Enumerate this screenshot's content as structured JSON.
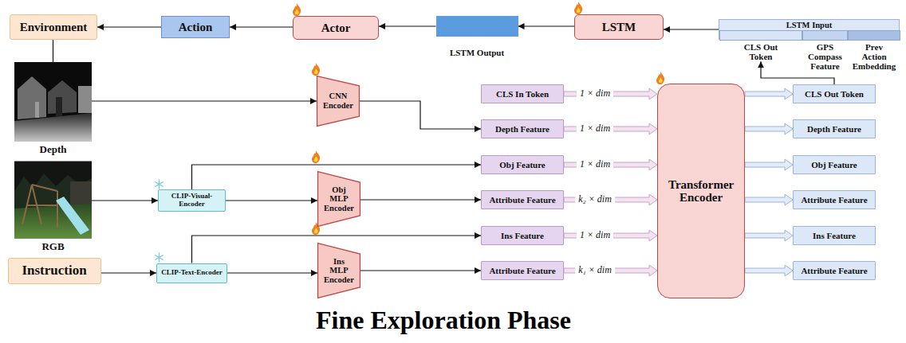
{
  "diagram": {
    "title": "Fine Exploration Phase",
    "nodes": [
      {
        "text": [
          "Environment"
        ]
      },
      {
        "text": [
          "Action"
        ]
      },
      {
        "text": [
          "Actor"
        ]
      },
      {
        "text": [
          "LSTM Output"
        ]
      },
      {
        "text": [
          "LSTM"
        ]
      },
      {
        "text": [
          "LSTM Input"
        ]
      },
      {
        "text": [
          "CLS Out Token"
        ],
        "in": 5
      },
      {
        "text": [
          "GPS Compass Feature"
        ],
        "in": 5
      },
      {
        "text": [
          "Prev Action Embedding"
        ],
        "in": 5
      },
      {
        "text": [
          "Depth"
        ]
      },
      {
        "text": [
          "CNN Encoder"
        ]
      },
      {
        "text": [
          "CLS In Token"
        ]
      },
      {
        "text": [
          "Depth Feature"
        ]
      },
      {
        "text": [
          "RGB"
        ]
      },
      {
        "text": [
          "CLIP-Visual-Encoder"
        ]
      },
      {
        "text": [
          "Obj Feature"
        ]
      },
      {
        "text": [
          "Obj MLP Encoder"
        ]
      },
      {
        "text": [
          "Attribute Feature"
        ]
      },
      {
        "text": [
          "Instruction"
        ]
      },
      {
        "text": [
          "CLIP-Text-Encoder"
        ]
      },
      {
        "text": [
          "Ins Feature"
        ]
      },
      {
        "text": [
          "Ins MLP Encoder"
        ]
      },
      {
        "text": [
          "Attribute Feature"
        ]
      },
      {
        "text": [
          "Transformer Encoder"
        ]
      },
      {
        "text": [
          "CLS Out Token"
        ]
      },
      {
        "text": [
          "Depth Feature"
        ]
      },
      {
        "text": [
          "Obj Feature"
        ]
      },
      {
        "text": [
          "Attribute Feature"
        ]
      },
      {
        "text": [
          "Ins Feature"
        ]
      },
      {
        "text": [
          "Attribute Feature"
        ]
      }
    ],
    "edges": [
      {
        "from": 1,
        "to": 0,
        "arrow": "to"
      },
      {
        "from": 2,
        "to": 1,
        "arrow": "to"
      },
      {
        "from": 3,
        "to": 2,
        "arrow": "to"
      },
      {
        "from": 4,
        "to": 3,
        "arrow": "to"
      },
      {
        "from": 5,
        "to": 4,
        "arrow": "to"
      },
      {
        "from": 0,
        "to": 9,
        "arrow": "none"
      },
      {
        "from": 9,
        "to": 10,
        "arrow": "to"
      },
      {
        "from": 10,
        "to": 12,
        "arrow": "to"
      },
      {
        "from": 13,
        "to": 14,
        "arrow": "to"
      },
      {
        "from": 14,
        "to": 15,
        "arrow": "to"
      },
      {
        "from": 14,
        "to": 16,
        "arrow": "to"
      },
      {
        "from": 16,
        "to": 17,
        "arrow": "to"
      },
      {
        "from": 18,
        "to": 19,
        "arrow": "to"
      },
      {
        "from": 19,
        "to": 20,
        "arrow": "to"
      },
      {
        "from": 19,
        "to": 21,
        "arrow": "to"
      },
      {
        "from": 21,
        "to": 22,
        "arrow": "to"
      },
      {
        "from": 11,
        "to": 23,
        "arrow": "to"
      },
      {
        "from": 12,
        "to": 23,
        "arrow": "to"
      },
      {
        "from": 15,
        "to": 23,
        "arrow": "to"
      },
      {
        "from": 17,
        "to": 23,
        "arrow": "to"
      },
      {
        "from": 20,
        "to": 23,
        "arrow": "to"
      },
      {
        "from": 22,
        "to": 23,
        "arrow": "to"
      },
      {
        "from": 23,
        "to": 24,
        "arrow": "to"
      },
      {
        "from": 23,
        "to": 25,
        "arrow": "to"
      },
      {
        "from": 23,
        "to": 26,
        "arrow": "to"
      },
      {
        "from": 23,
        "to": 27,
        "arrow": "to"
      },
      {
        "from": 23,
        "to": 28,
        "arrow": "to"
      },
      {
        "from": 23,
        "to": 29,
        "arrow": "to"
      },
      {
        "from": 24,
        "to": 6,
        "arrow": "to"
      }
    ],
    "labels": [
      "1 × dim",
      "1 × dim",
      "1 × dim",
      "k₂ × dim",
      "1 × dim",
      "k₁ × dim"
    ]
  }
}
